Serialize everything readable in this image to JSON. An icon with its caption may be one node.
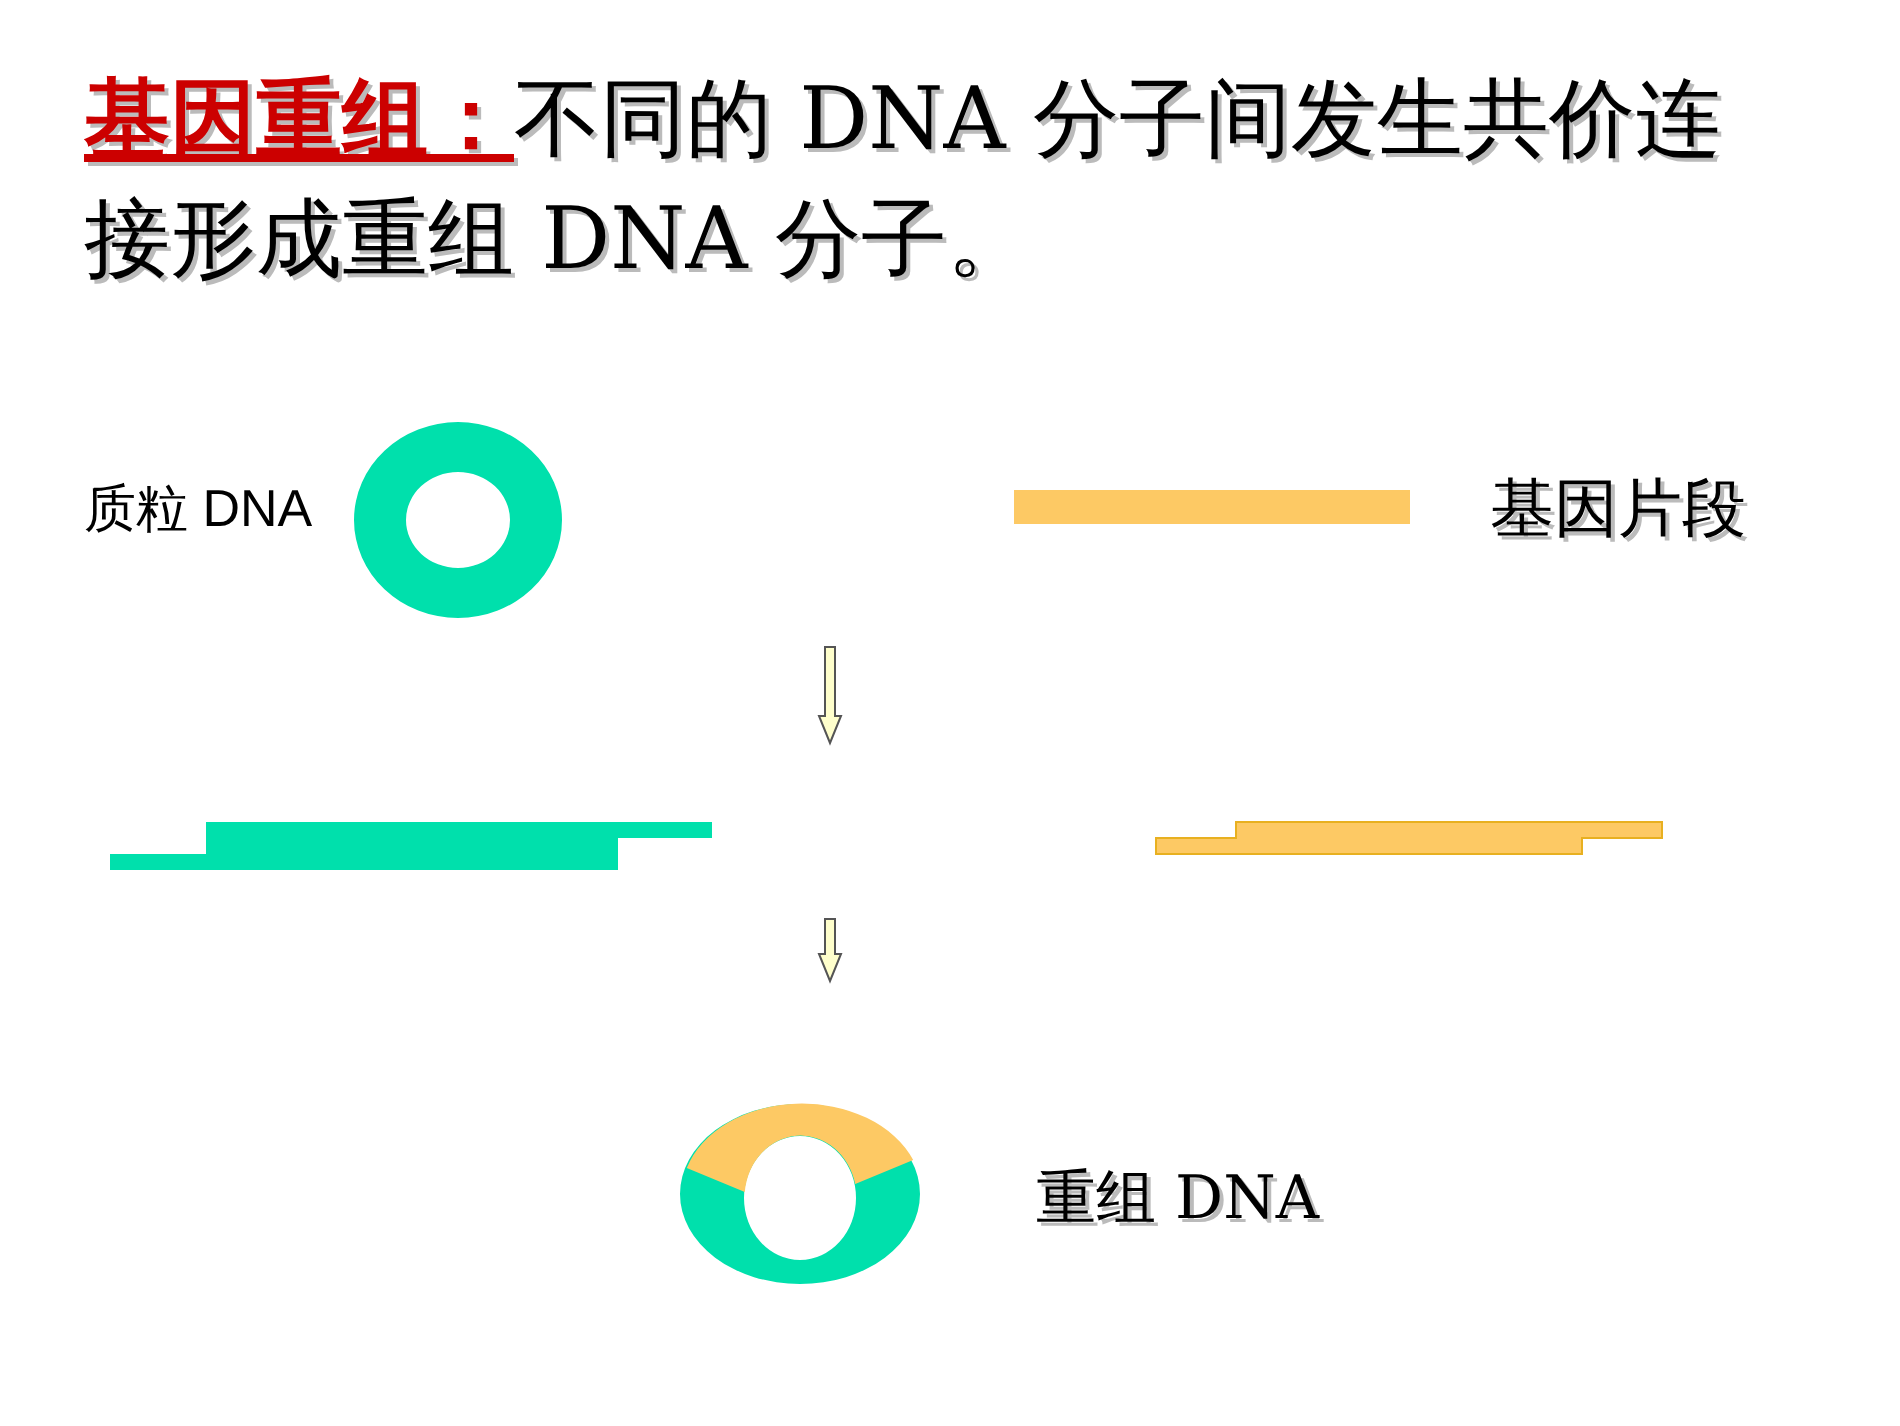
{
  "diagram": {
    "title": "**基因重组：**不同的 DNA 分子间发生共价连接形成重组 DNA  分子。",
    "nodes": [
      {
        "text": [],
        "shape": "circle",
        "beside": [
          "质粒 DNA"
        ]
      },
      {
        "text": [],
        "shape": "bar",
        "beside": [
          "基因片段"
        ]
      },
      {
        "text": [],
        "shape": "bar"
      },
      {
        "text": [],
        "shape": "bar"
      },
      {
        "text": [],
        "shape": "circle",
        "beside": [
          "重组 DNA"
        ]
      }
    ]
  }
}
